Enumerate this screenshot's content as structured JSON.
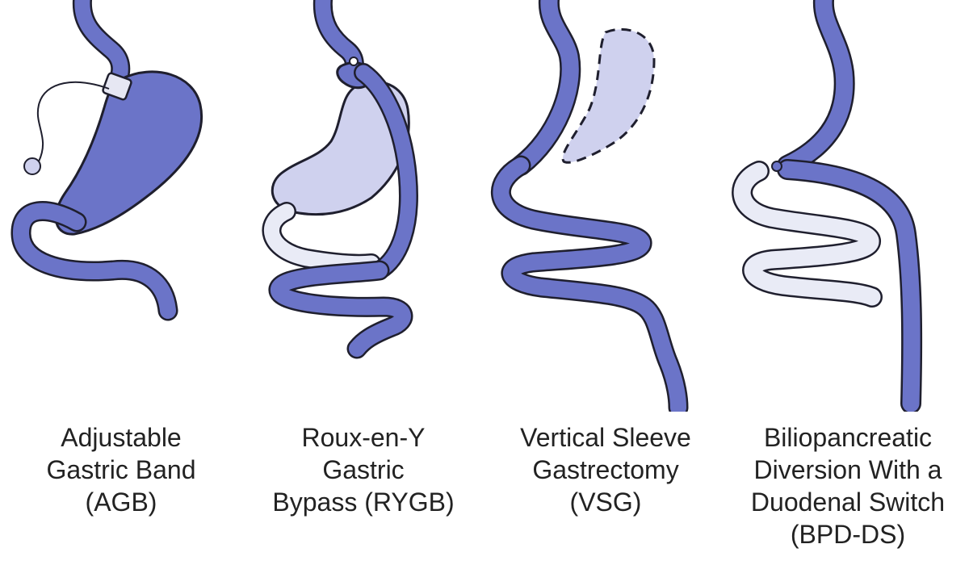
{
  "colors": {
    "tract": "#6b74c8",
    "pouch_light": "#cfd1ee",
    "bypassed_limb": "#e9ebf6",
    "outline": "#1f1f2e",
    "text": "#222222"
  },
  "procedures": [
    {
      "lines": [
        "Adjustable",
        "Gastric Band",
        "(AGB)"
      ]
    },
    {
      "lines": [
        "Roux-en-Y",
        "Gastric",
        "Bypass (RYGB)"
      ]
    },
    {
      "lines": [
        "Vertical Sleeve",
        "Gastrectomy",
        "(VSG)"
      ]
    },
    {
      "lines": [
        "Biliopancreatic",
        "Diversion With a",
        "Duodenal Switch",
        "(BPD-DS)"
      ]
    }
  ]
}
